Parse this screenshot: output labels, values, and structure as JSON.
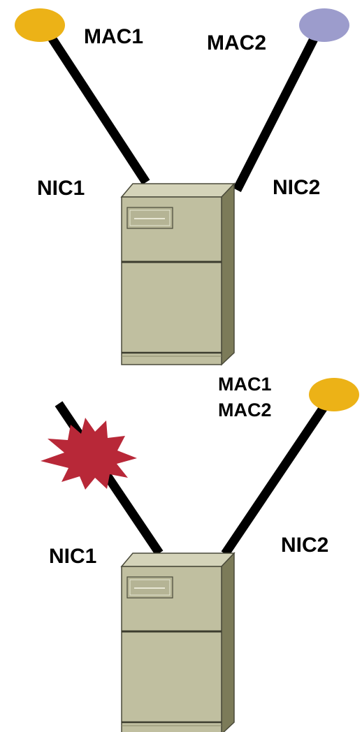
{
  "colors": {
    "background": "#ffffff",
    "cable": "#000000",
    "mac_orange": "#ecb217",
    "mac_purple": "#9c9ccc",
    "server_face": "#c0bfa0",
    "server_top": "#d4d3b9",
    "server_side": "#7c7b59",
    "server_outline": "#4a4a3a",
    "failure_burst": "#b82838"
  },
  "top_scene": {
    "mac_left_label": "MAC1",
    "mac_right_label": "MAC2",
    "nic_left_label": "NIC1",
    "nic_right_label": "NIC2",
    "mac_left_icon": "orange-ellipse-icon",
    "mac_right_icon": "purple-ellipse-icon",
    "server_icon": "server-tower-icon"
  },
  "bottom_scene": {
    "mac_label_line1": "MAC1",
    "mac_label_line2": "MAC2",
    "nic_left_label": "NIC1",
    "nic_right_label": "NIC2",
    "mac_icon": "orange-ellipse-icon",
    "failure_icon": "explosion-burst-icon",
    "server_icon": "server-tower-icon"
  }
}
